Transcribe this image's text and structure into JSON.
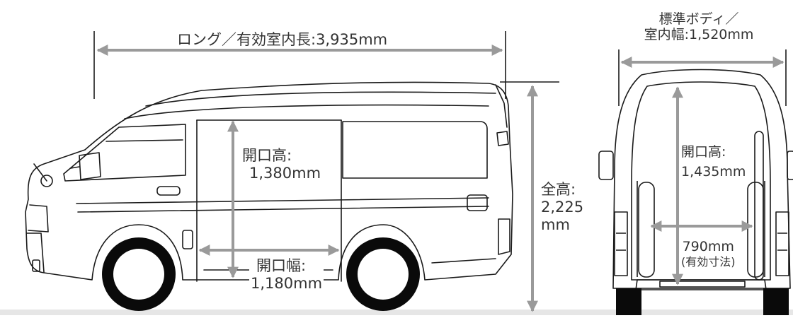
{
  "colors": {
    "arrow": "#9a9a9a",
    "line": "#1a1a1a",
    "tire": "#0a0a0a",
    "ground": "#e6e6e6",
    "text": "#333333"
  },
  "side_view": {
    "length_label": "ロング／有効室内長:3,935mm",
    "height_label": [
      "全高:",
      "2,225",
      "mm"
    ],
    "door_height_label": [
      "開口高:",
      "1,380mm"
    ],
    "door_width_label": [
      "開口幅:",
      "1,180mm"
    ]
  },
  "rear_view": {
    "width_label": [
      "標準ボディ／",
      "室内幅:1,520mm"
    ],
    "door_height_label": [
      "開口高:",
      "1,435mm"
    ],
    "effective_width_label": [
      "790mm",
      "(有効寸法)"
    ]
  }
}
